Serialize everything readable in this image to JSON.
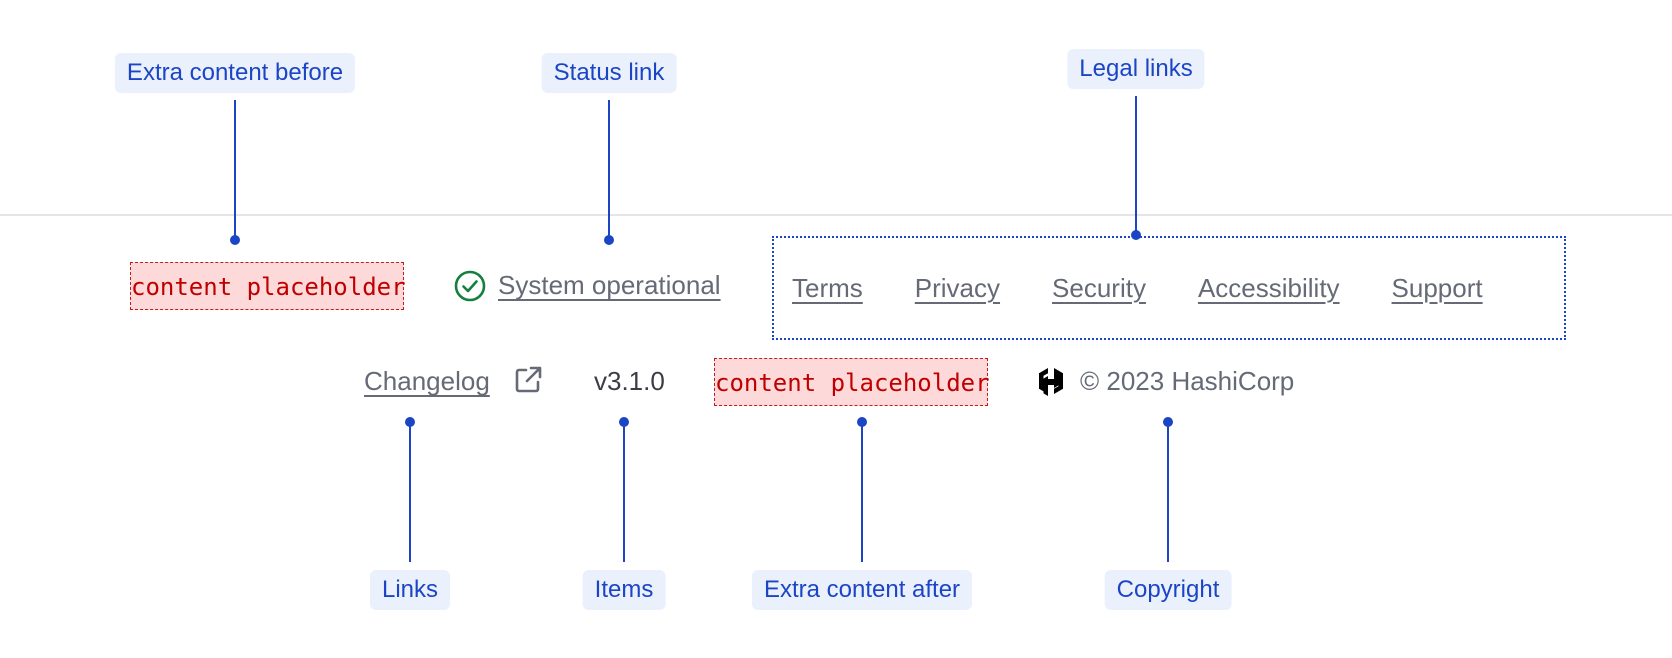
{
  "annotations": {
    "extra_before": "Extra content before",
    "status_link": "Status link",
    "legal_links": "Legal links",
    "links": "Links",
    "items": "Items",
    "extra_after": "Extra content after",
    "copyright": "Copyright"
  },
  "footer": {
    "placeholder_before": "content placeholder",
    "status": {
      "label": "System operational",
      "icon": "check-circle-icon",
      "color": "#15803d"
    },
    "legal_links": [
      {
        "label": "Terms"
      },
      {
        "label": "Privacy"
      },
      {
        "label": "Security"
      },
      {
        "label": "Accessibility"
      },
      {
        "label": "Support"
      }
    ],
    "links": [
      {
        "label": "Changelog",
        "icon": "external-link-icon"
      }
    ],
    "items": [
      {
        "label": "v3.1.0"
      }
    ],
    "placeholder_after": "content placeholder",
    "copyright": {
      "logo": "hashicorp-logo-icon",
      "text": "© 2023 HashiCorp"
    }
  },
  "colors": {
    "annotation": "#1c45c5",
    "annotation_bg": "#eaf1fd",
    "placeholder_bg": "#fdd9d9",
    "placeholder_text": "#c00000",
    "link_text": "#656a76"
  }
}
